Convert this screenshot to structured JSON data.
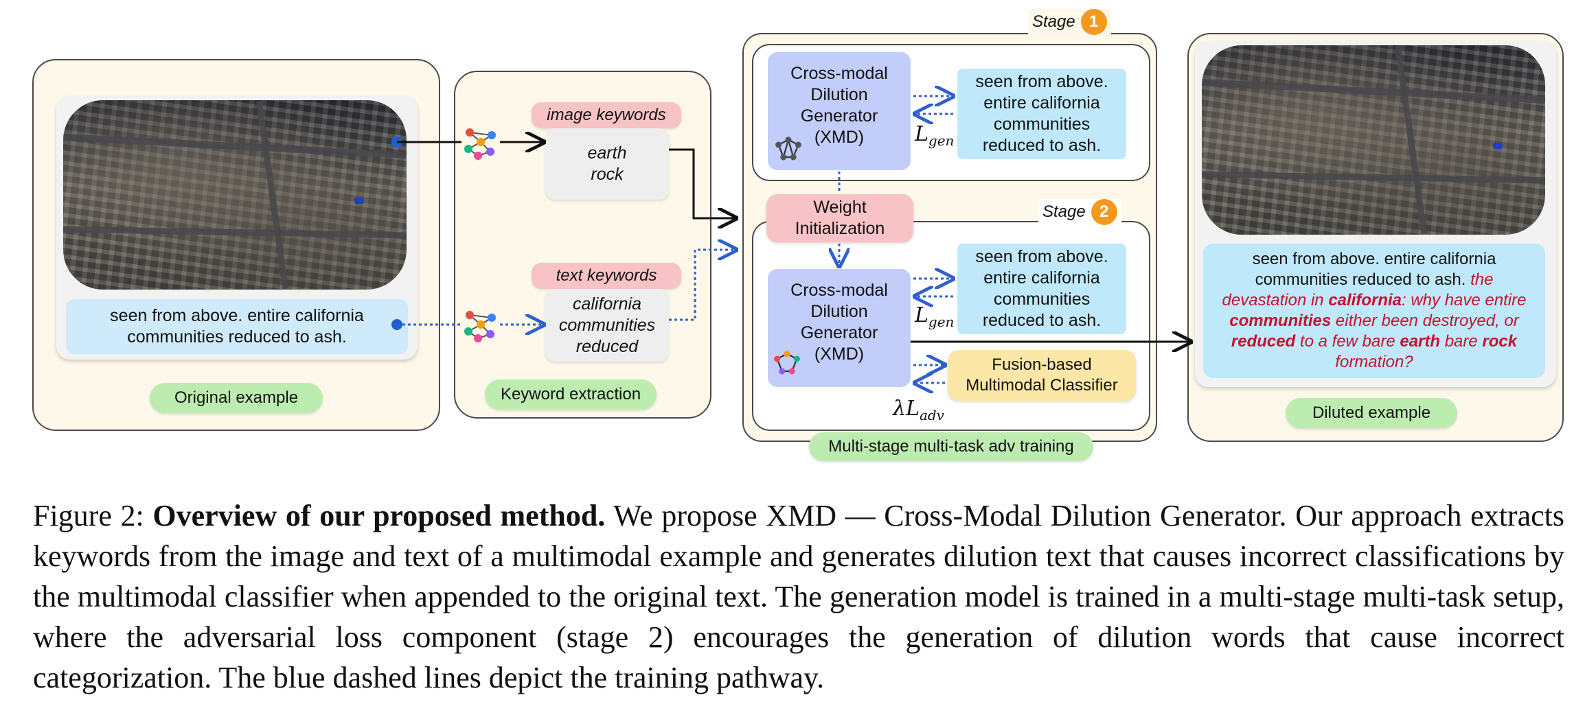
{
  "original": {
    "text": "seen from above. entire california communities reduced to ash.",
    "label": "Original example"
  },
  "keyword": {
    "image_label": "image keywords",
    "image_kw1": "earth",
    "image_kw2": "rock",
    "text_label": "text keywords",
    "text_kw1": "california",
    "text_kw2": "communities",
    "text_kw3": "reduced",
    "label": "Keyword extraction"
  },
  "training": {
    "stage_word": "Stage",
    "stage1_num": "1",
    "stage2_num": "2",
    "xmd_line1": "Cross-modal",
    "xmd_line2": "Dilution",
    "xmd_line3": "Generator",
    "xmd_line4": "(XMD)",
    "target_line1": "seen from above.",
    "target_line2": "entire california",
    "target_line3": "communities",
    "target_line4": "reduced to ash.",
    "loss_gen_base": "L",
    "loss_gen_sub": "gen",
    "loss_adv_prefix": "λ",
    "loss_adv_base": "L",
    "loss_adv_sub": "adv",
    "weight_line1": "Weight",
    "weight_line2": "Initialization",
    "fusion_line1": "Fusion-based",
    "fusion_line2": "Multimodal Classifier",
    "label": "Multi-stage multi-task adv training"
  },
  "diluted": {
    "plain1": "seen from above. entire california communities reduced to ash. ",
    "red1": "the devastation in ",
    "red_b1": "california",
    "red2": ": why have entire ",
    "red_b2": "communities",
    "red3": " either been destroyed, or ",
    "red_b3": "reduced",
    "red4": " to a few bare ",
    "red_b4": "earth",
    "red5": " bare ",
    "red_b5": "rock",
    "red6": " formation?",
    "label": "Diluted example"
  },
  "caption": {
    "prefix": "Figure 2: ",
    "bold": "Overview of our proposed method.",
    "body": " We propose XMD — Cross-Modal Dilution Generator. Our approach extracts keywords from the image and text of a multimodal example and generates dilution text that causes incorrect classifications by the multimodal classifier when appended to the original text. The generation model is trained in a multi-stage multi-task setup, where the adversarial loss component (stage 2) encourages the generation of dilution words that cause incorrect categorization. The blue dashed lines depict the training pathway."
  },
  "colors": {
    "panel_bg": "#fdf8ea",
    "blue_box": "#cfeafb",
    "xmd_box": "#c2cdfa",
    "pink_label": "#f8c3c7",
    "green_label": "#bdecb0",
    "fusion_box": "#fde7a6",
    "stage_badge": "#f39a1e",
    "dashed_arrow": "#2f5fd0",
    "red_text": "#c8102e"
  },
  "icons": [
    "network-graph-icon",
    "photo-aerial-fire-damage"
  ]
}
